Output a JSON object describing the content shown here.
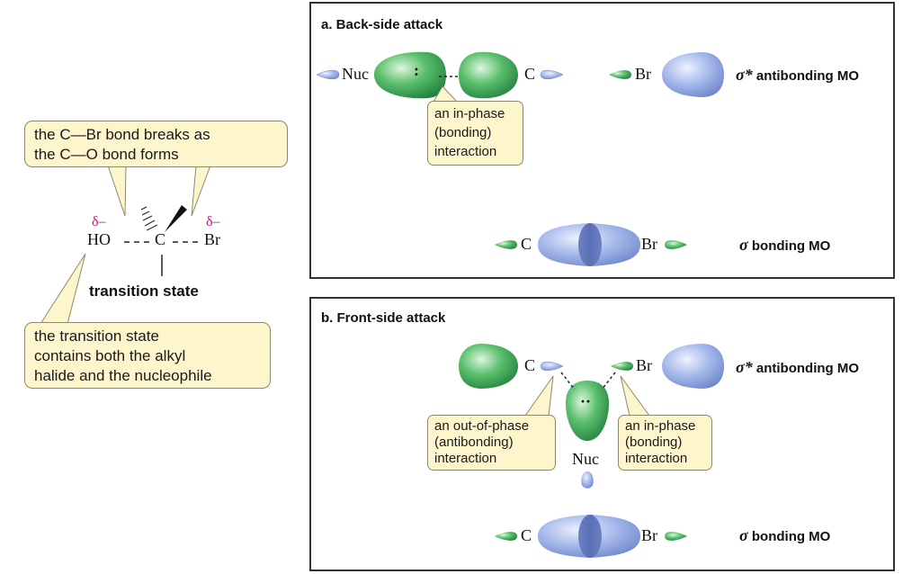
{
  "left": {
    "callout_top": {
      "lines": [
        "the C—Br bond breaks as",
        "the C—O bond forms"
      ]
    },
    "structure": {
      "ho": "HO",
      "c": "C",
      "br": "Br",
      "delta_ho": "δ–",
      "delta_br": "δ–"
    },
    "ts_label": "transition state",
    "callout_bottom": {
      "lines": [
        "the transition state",
        "contains both the alkyl",
        "halide and the nucleophile"
      ]
    }
  },
  "panel_a": {
    "title": "a. Back-side attack",
    "atoms": {
      "nuc": "Nuc",
      "c": "C",
      "br": "Br",
      "lone_pair": ":"
    },
    "callout": {
      "lines": [
        "an in-phase",
        "(bonding)",
        "interaction"
      ]
    },
    "antibonding": {
      "symbol": "σ*",
      "text": "antibonding MO"
    },
    "bonding": {
      "c": "C",
      "br": "Br",
      "symbol": "σ",
      "text": "bonding MO"
    }
  },
  "panel_b": {
    "title": "b. Front-side attack",
    "atoms": {
      "c": "C",
      "br": "Br",
      "nuc": "Nuc",
      "lone_pair": "··"
    },
    "callout_left": {
      "lines": [
        "an out-of-phase",
        "(antibonding)",
        "interaction"
      ]
    },
    "callout_right": {
      "lines": [
        "an in-phase",
        "(bonding)",
        "interaction"
      ]
    },
    "antibonding": {
      "symbol": "σ*",
      "text": "antibonding MO"
    },
    "bonding": {
      "c": "C",
      "br": "Br",
      "symbol": "σ",
      "text": "bonding MO"
    }
  },
  "colors": {
    "green_lobe": "#2e9e4e",
    "blue_lobe": "#8fa7e0",
    "delta": "#c2188a",
    "callout_fill": "#fdf5cc",
    "border": "#333333"
  }
}
